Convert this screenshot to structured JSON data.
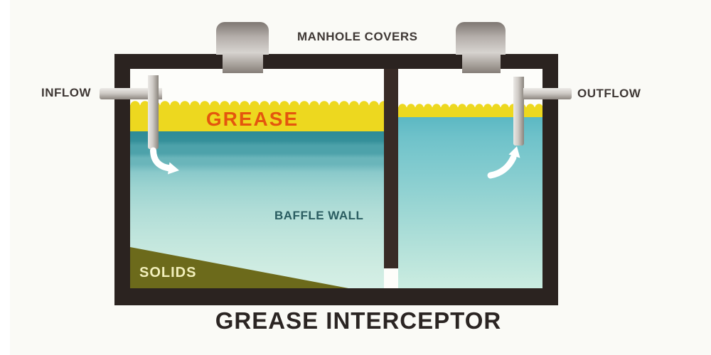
{
  "title": "GREASE INTERCEPTOR",
  "labels": {
    "manhole_covers": "MANHOLE COVERS",
    "inflow": "INFLOW",
    "outflow": "OUTFLOW",
    "grease": "GREASE",
    "baffle_wall": "BAFFLE WALL",
    "solids": "SOLIDS"
  },
  "diagram": {
    "type": "cross-section schematic",
    "subject": "grease interceptor tank",
    "chambers": 2,
    "flow_direction": "left to right",
    "layers_left_chamber": [
      "grease (floating)",
      "water",
      "solids (settled wedge)"
    ],
    "layers_right_chamber": [
      "thin grease film",
      "water"
    ]
  },
  "colors": {
    "background": "#fafaf6",
    "tank_wall": "#2b2320",
    "baffle_wall": "#382b26",
    "grease_fill": "#edd81f",
    "grease_label_text": "#e4560e",
    "water_dark_teal": "#2e8b96",
    "water_light_teal": "#d5efe6",
    "right_water_top": "#5cb8c3",
    "solids_fill": "#6c6a1b",
    "solids_label_text": "#f2efbb",
    "baffle_label_text": "#2a5d61",
    "pipe_gray": "#cfcbc6",
    "manhole_gray": "#a9a39d",
    "side_label_text": "#3f3835",
    "title_text": "#2b2523",
    "arrow_white": "#ffffff"
  }
}
